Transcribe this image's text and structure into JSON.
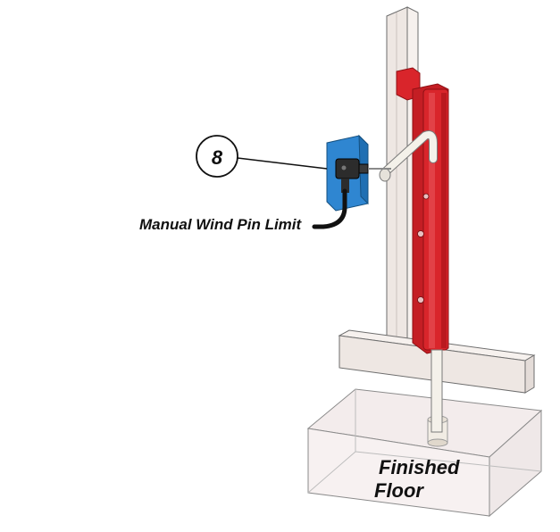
{
  "callout": {
    "number": "8"
  },
  "caption": "Manual Wind Pin Limit",
  "floor": {
    "line1": "Finished",
    "line2": "Floor"
  },
  "colors": {
    "red": "#d9252b",
    "red_dark": "#a51318",
    "blue": "#2f86d1",
    "post": "#ece6e2",
    "outline": "#5a5a5a"
  }
}
